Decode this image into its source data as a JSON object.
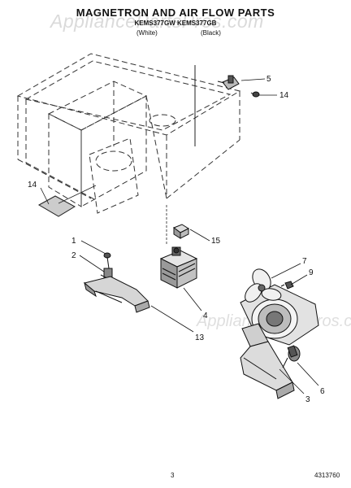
{
  "header": {
    "title": "MAGNETRON AND AIR FLOW PARTS",
    "models": "KEMS377GW  KEMS377GB",
    "color_white": "(White)",
    "color_black": "(Black)"
  },
  "watermark": "AppliancePartsPros.com",
  "callouts": {
    "c1": "1",
    "c2": "2",
    "c3": "3",
    "c4": "4",
    "c5": "5",
    "c6": "6",
    "c7": "7",
    "c9": "9",
    "c13": "13",
    "c14a": "14",
    "c14b": "14",
    "c15": "15"
  },
  "footer": {
    "page": "3",
    "doc": "4313760"
  }
}
